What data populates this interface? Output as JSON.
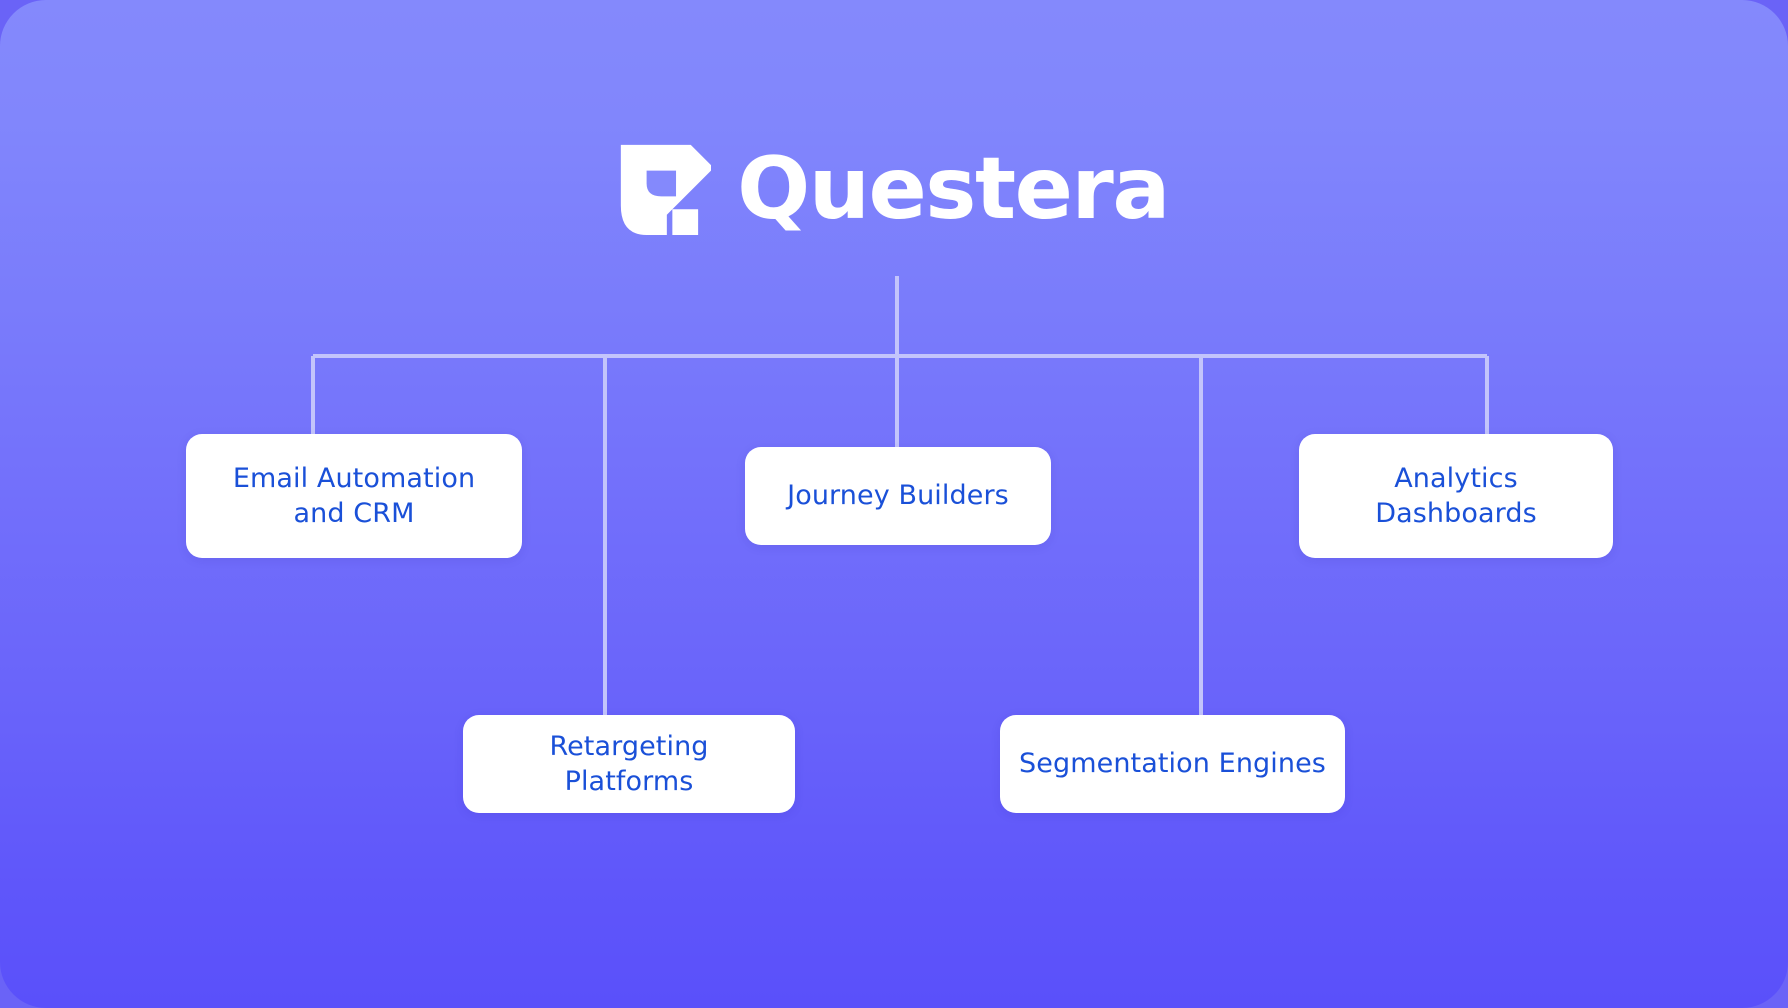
{
  "brand": {
    "name": "Questera",
    "logo_mark_icon": "questera-shield-mark",
    "logo_color": "#FFFFFF"
  },
  "theme": {
    "background_gradient_top": "#8489FC",
    "background_gradient_bottom": "#5A50FA",
    "page_backdrop": "#6A63F7",
    "node_background": "#FFFFFF",
    "node_text_color": "#1A50D8",
    "connector_color": "#C3C4FB"
  },
  "diagram_data": {
    "type": "tree",
    "root": "Questera",
    "levels": 2,
    "nodes": [
      {
        "id": "email",
        "label": "Email Automation and CRM",
        "row": 1,
        "column": 1
      },
      {
        "id": "retarget",
        "label": "Retargeting Platforms",
        "row": 2,
        "column": 2
      },
      {
        "id": "journey",
        "label": "Journey Builders",
        "row": 1,
        "column": 3
      },
      {
        "id": "segment",
        "label": "Segmentation Engines",
        "row": 2,
        "column": 4
      },
      {
        "id": "analytics",
        "label": "Analytics Dashboards",
        "row": 1,
        "column": 5
      }
    ],
    "edges": [
      {
        "from": "Questera",
        "to": "email"
      },
      {
        "from": "Questera",
        "to": "retarget"
      },
      {
        "from": "Questera",
        "to": "journey"
      },
      {
        "from": "Questera",
        "to": "segment"
      },
      {
        "from": "Questera",
        "to": "analytics"
      }
    ]
  },
  "nodes": {
    "email": "Email Automation and CRM",
    "retarget": "Retargeting Platforms",
    "journey": "Journey Builders",
    "segment": "Segmentation Engines",
    "analytics": "Analytics Dashboards"
  }
}
